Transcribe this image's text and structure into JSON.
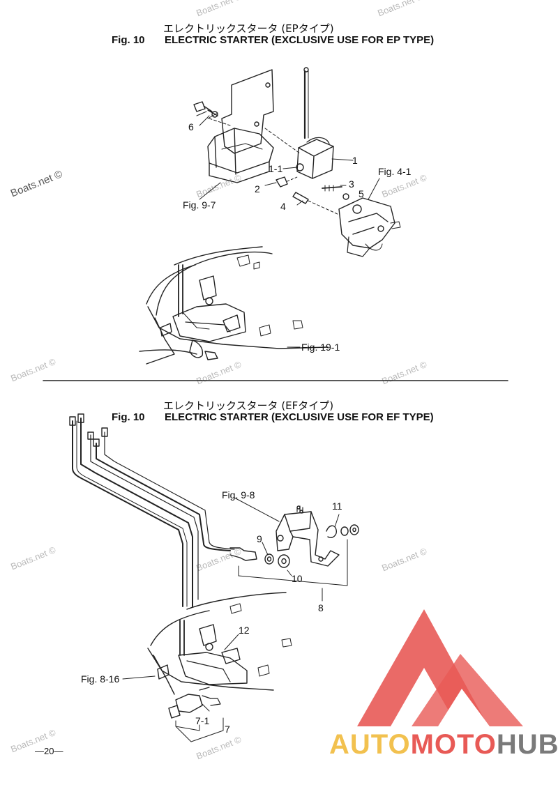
{
  "top": {
    "jp_title": "エレクトリックスタータ (EPタイプ)",
    "fig_no": "Fig. 10",
    "title": "ELECTRIC STARTER (EXCLUSIVE USE FOR EP TYPE)",
    "callouts": {
      "c1": "1",
      "c1_1": "1-1",
      "c2": "2",
      "c3": "3",
      "c4": "4",
      "c5": "5",
      "c6": "6",
      "fig97": "Fig. 9-7",
      "fig41": "Fig. 4-1",
      "fig191": "Fig. 19-1"
    }
  },
  "bottom": {
    "jp_title": "エレクトリックスタータ (EFタイプ)",
    "fig_no": "Fig. 10",
    "title": "ELECTRIC STARTER (EXCLUSIVE USE FOR EF TYPE)",
    "callouts": {
      "fig98": "Fig. 9-8",
      "c7": "7",
      "c7_1": "7-1",
      "c8": "8",
      "c9": "9",
      "c10": "10",
      "c11": "11",
      "c12": "12",
      "fig816": "Fig. 8-16"
    }
  },
  "page_number": "—20—",
  "watermark": "Boats.net ©",
  "logo": {
    "part_a": "AUTO",
    "part_b": "MOTO",
    "part_c": "HUB",
    "color_red": "#e85a56",
    "color_yellow": "#f2c14f",
    "color_gray": "#7a7a7a"
  }
}
